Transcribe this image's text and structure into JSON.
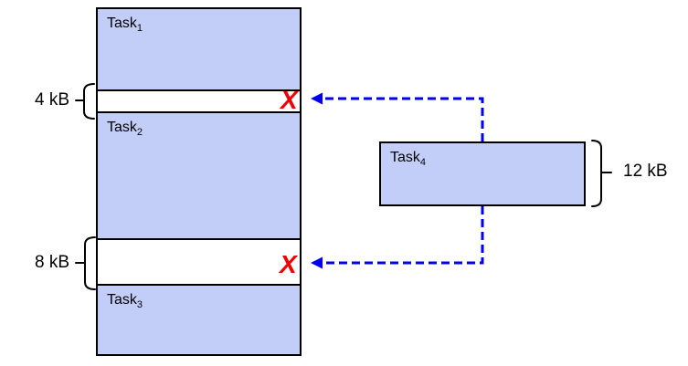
{
  "tasks": {
    "task1": {
      "name": "Task",
      "sub": "1"
    },
    "task2": {
      "name": "Task",
      "sub": "2"
    },
    "task3": {
      "name": "Task",
      "sub": "3"
    },
    "task4": {
      "name": "Task",
      "sub": "4"
    }
  },
  "size_labels": {
    "free_gap_top": "4 kB",
    "free_gap_bottom": "8 kB",
    "task4": "12 kB"
  },
  "reject_mark": "X",
  "colors": {
    "task_fill": "#c3cef8",
    "block_border": "#000000",
    "arrow": "#0000ee",
    "reject": "#ee0000"
  }
}
